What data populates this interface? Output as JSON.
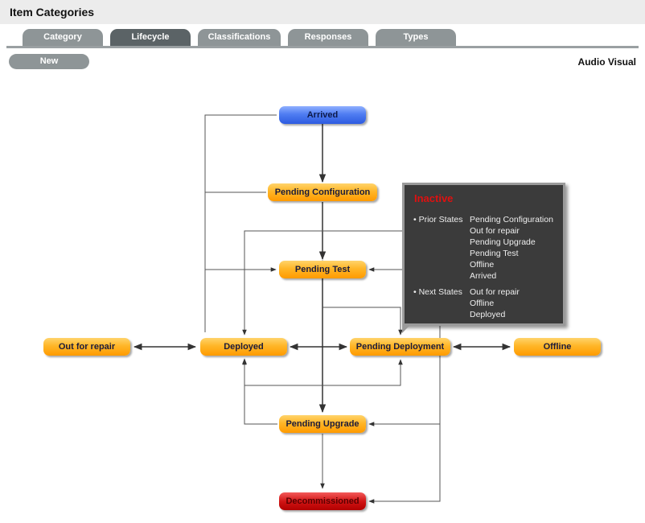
{
  "header": {
    "title": "Item Categories"
  },
  "tabs": [
    {
      "label": "Category",
      "active": false
    },
    {
      "label": "Lifecycle",
      "active": true
    },
    {
      "label": "Classifications",
      "active": false
    },
    {
      "label": "Responses",
      "active": false
    },
    {
      "label": "Types",
      "active": false
    }
  ],
  "toolbar": {
    "new_label": "New",
    "category_name": "Audio Visual"
  },
  "nodes": {
    "arrived": "Arrived",
    "pending_configuration": "Pending Configuration",
    "pending_test": "Pending Test",
    "out_for_repair": "Out for repair",
    "deployed": "Deployed",
    "pending_deployment": "Pending Deployment",
    "offline": "Offline",
    "pending_upgrade": "Pending Upgrade",
    "decommissioned": "Decommissioned"
  },
  "tooltip": {
    "title": "Inactive",
    "prior_label": "• Prior States",
    "prior_states": [
      "Pending Configuration",
      "Out for repair",
      "Pending Upgrade",
      "Pending Test",
      "Offline",
      "Arrived"
    ],
    "next_label": "• Next States",
    "next_states": [
      "Out for repair",
      "Offline",
      "Deployed"
    ]
  },
  "colors": {
    "node_orange": "#ffa514",
    "node_blue": "#3a66ea",
    "node_red": "#cc0a0a",
    "tab": "#8e9597",
    "tab_active": "#5b6366",
    "tooltip_bg": "#3b3b3b",
    "tooltip_title": "#e01010"
  }
}
